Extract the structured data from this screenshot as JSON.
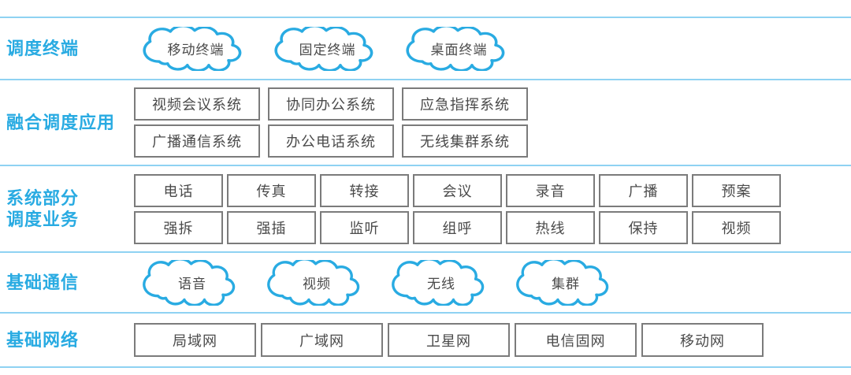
{
  "palette": {
    "accent_blue": "#29abe2",
    "divider_blue": "#8fd2f2",
    "box_border_gray": "#7b7b7b",
    "text_gray": "#4a4a4a"
  },
  "layers": {
    "terminals": {
      "label": "调度终端",
      "clouds": [
        "移动终端",
        "固定终端",
        "桌面终端"
      ]
    },
    "applications": {
      "label": "融合调度应用",
      "boxes": [
        "视频会议系统",
        "协同办公系统",
        "应急指挥系统",
        "广播通信系统",
        "办公电话系统",
        "无线集群系统"
      ]
    },
    "services": {
      "label": "系统部分\n调度业务",
      "boxes": [
        "电话",
        "传真",
        "转接",
        "会议",
        "录音",
        "广播",
        "预案",
        "强拆",
        "强插",
        "监听",
        "组呼",
        "热线",
        "保持",
        "视频"
      ]
    },
    "communications": {
      "label": "基础通信",
      "clouds": [
        "语音",
        "视频",
        "无线",
        "集群"
      ]
    },
    "networks": {
      "label": "基础网络",
      "boxes": [
        "局域网",
        "广域网",
        "卫星网",
        "电信固网",
        "移动网"
      ]
    }
  }
}
